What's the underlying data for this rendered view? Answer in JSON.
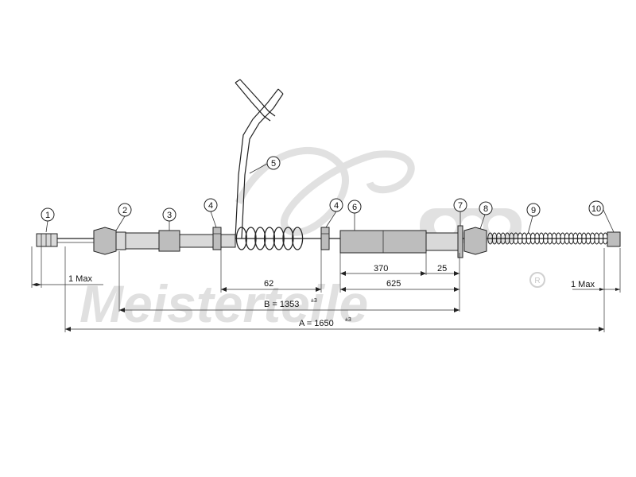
{
  "watermark": {
    "brand": "Meisterteile",
    "registered_mark": "R"
  },
  "balloons": [
    "1",
    "2",
    "3",
    "4",
    "5",
    "4",
    "6",
    "7",
    "8",
    "9",
    "10"
  ],
  "dimensions": {
    "left_max": "1 Max",
    "right_max": "1 Max",
    "d62": "62",
    "d370": "370",
    "d25": "25",
    "d625": "625",
    "B": {
      "label": "B = 1353",
      "tol": "±3"
    },
    "A": {
      "label": "A = 1650",
      "tol": "±3"
    }
  }
}
